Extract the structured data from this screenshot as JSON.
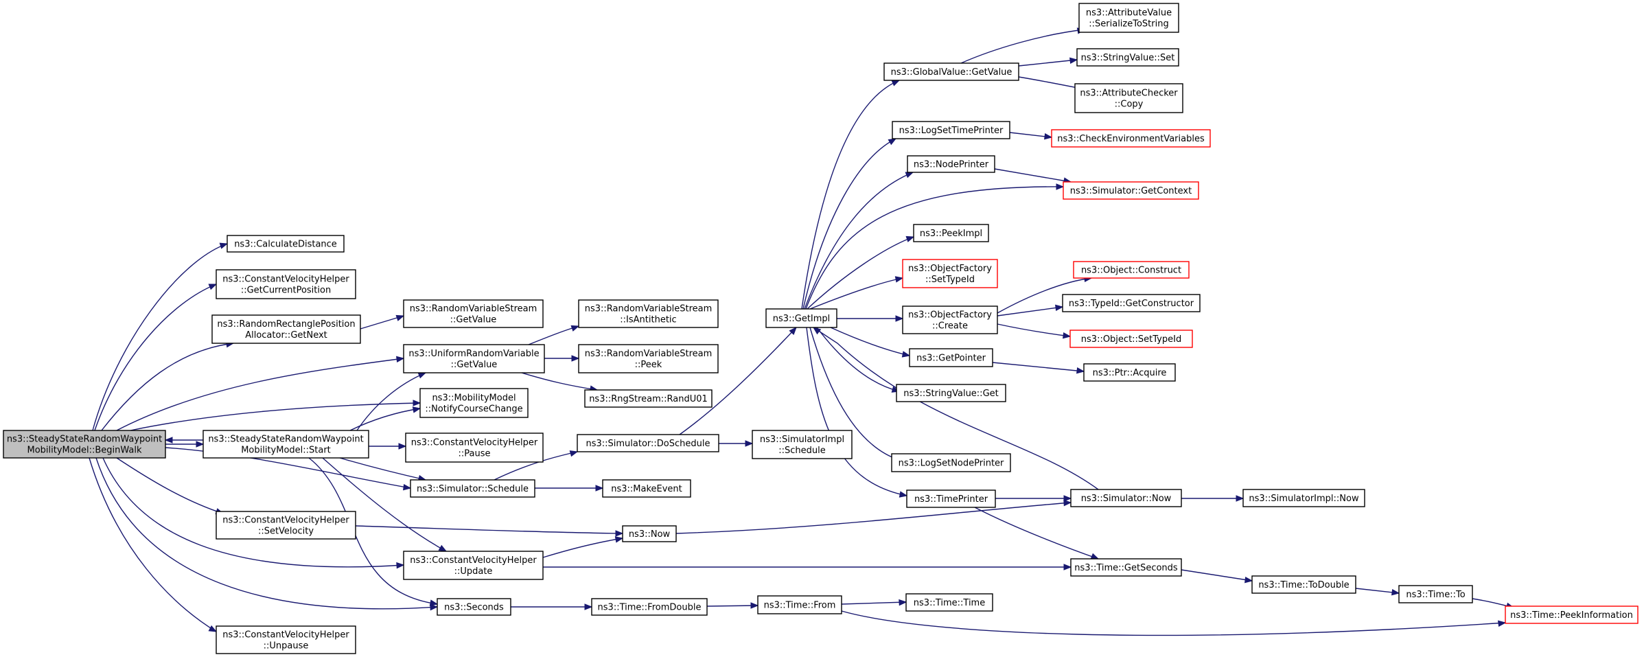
{
  "colors": {
    "edge": "#191970",
    "node_border": "#000000",
    "root_fill": "#bfbfbf",
    "truncated_border": "#ff0000"
  },
  "nodes": [
    {
      "id": "root",
      "lines": [
        "ns3::SteadyStateRandomWaypoint",
        "MobilityModel::BeginWalk"
      ],
      "style": "root"
    },
    {
      "id": "calcdist",
      "lines": [
        "ns3::CalculateDistance"
      ]
    },
    {
      "id": "cvh_getpos",
      "lines": [
        "ns3::ConstantVelocityHelper",
        "::GetCurrentPosition"
      ]
    },
    {
      "id": "rrpa_next",
      "lines": [
        "ns3::RandomRectanglePosition",
        "Allocator::GetNext"
      ]
    },
    {
      "id": "rvs_getvalue",
      "lines": [
        "ns3::RandomVariableStream",
        "::GetValue"
      ]
    },
    {
      "id": "urv_getvalue",
      "lines": [
        "ns3::UniformRandomVariable",
        "::GetValue"
      ]
    },
    {
      "id": "rvs_isanti",
      "lines": [
        "ns3::RandomVariableStream",
        "::IsAntithetic"
      ]
    },
    {
      "id": "rvs_peek",
      "lines": [
        "ns3::RandomVariableStream",
        "::Peek"
      ]
    },
    {
      "id": "randu01",
      "lines": [
        "ns3::RngStream::RandU01"
      ]
    },
    {
      "id": "mm_notify",
      "lines": [
        "ns3::MobilityModel",
        "::NotifyCourseChange"
      ]
    },
    {
      "id": "start",
      "lines": [
        "ns3::SteadyStateRandomWaypoint",
        "MobilityModel::Start"
      ]
    },
    {
      "id": "cvh_pause",
      "lines": [
        "ns3::ConstantVelocityHelper",
        "::Pause"
      ]
    },
    {
      "id": "sim_schedule",
      "lines": [
        "ns3::Simulator::Schedule"
      ]
    },
    {
      "id": "makeevent",
      "lines": [
        "ns3::MakeEvent"
      ]
    },
    {
      "id": "sim_doschedule",
      "lines": [
        "ns3::Simulator::DoSchedule"
      ]
    },
    {
      "id": "simimpl_schedule",
      "lines": [
        "ns3::SimulatorImpl",
        "::Schedule"
      ]
    },
    {
      "id": "cvh_setvel",
      "lines": [
        "ns3::ConstantVelocityHelper",
        "::SetVelocity"
      ]
    },
    {
      "id": "now",
      "lines": [
        "ns3::Now"
      ]
    },
    {
      "id": "cvh_update",
      "lines": [
        "ns3::ConstantVelocityHelper",
        "::Update"
      ]
    },
    {
      "id": "seconds",
      "lines": [
        "ns3::Seconds"
      ]
    },
    {
      "id": "time_fromdouble",
      "lines": [
        "ns3::Time::FromDouble"
      ]
    },
    {
      "id": "time_from",
      "lines": [
        "ns3::Time::From"
      ]
    },
    {
      "id": "time_time",
      "lines": [
        "ns3::Time::Time"
      ]
    },
    {
      "id": "cvh_unpause",
      "lines": [
        "ns3::ConstantVelocityHelper",
        "::Unpause"
      ]
    },
    {
      "id": "getimpl",
      "lines": [
        "ns3::GetImpl"
      ]
    },
    {
      "id": "gv_getvalue",
      "lines": [
        "ns3::GlobalValue::GetValue"
      ]
    },
    {
      "id": "av_serialize",
      "lines": [
        "ns3::AttributeValue",
        "::SerializeToString"
      ]
    },
    {
      "id": "sv_set",
      "lines": [
        "ns3::StringValue::Set"
      ]
    },
    {
      "id": "ac_copy",
      "lines": [
        "ns3::AttributeChecker",
        "::Copy"
      ]
    },
    {
      "id": "logsettimeprinter",
      "lines": [
        "ns3::LogSetTimePrinter"
      ]
    },
    {
      "id": "checkenv",
      "lines": [
        "ns3::CheckEnvironmentVariables"
      ],
      "style": "trunc"
    },
    {
      "id": "nodeprinter",
      "lines": [
        "ns3::NodePrinter"
      ]
    },
    {
      "id": "sim_getcontext",
      "lines": [
        "ns3::Simulator::GetContext"
      ],
      "style": "trunc"
    },
    {
      "id": "peekimpl",
      "lines": [
        "ns3::PeekImpl"
      ]
    },
    {
      "id": "of_settypeid",
      "lines": [
        "ns3::ObjectFactory",
        "::SetTypeId"
      ],
      "style": "trunc"
    },
    {
      "id": "obj_construct",
      "lines": [
        "ns3::Object::Construct"
      ],
      "style": "trunc"
    },
    {
      "id": "of_create",
      "lines": [
        "ns3::ObjectFactory",
        "::Create"
      ]
    },
    {
      "id": "typeid_getctor",
      "lines": [
        "ns3::TypeId::GetConstructor"
      ]
    },
    {
      "id": "obj_settypeid",
      "lines": [
        "ns3::Object::SetTypeId"
      ],
      "style": "trunc"
    },
    {
      "id": "getpointer",
      "lines": [
        "ns3::GetPointer"
      ]
    },
    {
      "id": "ptr_acquire",
      "lines": [
        "ns3::Ptr::Acquire"
      ]
    },
    {
      "id": "sv_get",
      "lines": [
        "ns3::StringValue::Get"
      ]
    },
    {
      "id": "logsetnodeprinter",
      "lines": [
        "ns3::LogSetNodePrinter"
      ]
    },
    {
      "id": "timeprinter",
      "lines": [
        "ns3::TimePrinter"
      ]
    },
    {
      "id": "sim_now",
      "lines": [
        "ns3::Simulator::Now"
      ]
    },
    {
      "id": "simimpl_now",
      "lines": [
        "ns3::SimulatorImpl::Now"
      ]
    },
    {
      "id": "time_getseconds",
      "lines": [
        "ns3::Time::GetSeconds"
      ]
    },
    {
      "id": "time_todouble",
      "lines": [
        "ns3::Time::ToDouble"
      ]
    },
    {
      "id": "time_to",
      "lines": [
        "ns3::Time::To"
      ]
    },
    {
      "id": "time_peekinfo",
      "lines": [
        "ns3::Time::PeekInformation"
      ],
      "style": "trunc"
    }
  ],
  "edges": [
    [
      "root",
      "calcdist"
    ],
    [
      "root",
      "cvh_getpos"
    ],
    [
      "root",
      "rrpa_next"
    ],
    [
      "root",
      "urv_getvalue"
    ],
    [
      "root",
      "mm_notify"
    ],
    [
      "root",
      "start"
    ],
    [
      "root",
      "sim_schedule"
    ],
    [
      "root",
      "cvh_setvel"
    ],
    [
      "root",
      "cvh_update"
    ],
    [
      "root",
      "seconds"
    ],
    [
      "root",
      "cvh_unpause"
    ],
    [
      "rrpa_next",
      "rvs_getvalue"
    ],
    [
      "urv_getvalue",
      "rvs_isanti"
    ],
    [
      "urv_getvalue",
      "rvs_peek"
    ],
    [
      "urv_getvalue",
      "randu01"
    ],
    [
      "start",
      "root"
    ],
    [
      "start",
      "urv_getvalue"
    ],
    [
      "start",
      "mm_notify"
    ],
    [
      "start",
      "cvh_pause"
    ],
    [
      "start",
      "sim_schedule"
    ],
    [
      "start",
      "cvh_update"
    ],
    [
      "start",
      "seconds"
    ],
    [
      "sim_schedule",
      "sim_doschedule"
    ],
    [
      "sim_schedule",
      "makeevent"
    ],
    [
      "sim_doschedule",
      "getimpl"
    ],
    [
      "sim_doschedule",
      "simimpl_schedule"
    ],
    [
      "cvh_setvel",
      "now"
    ],
    [
      "cvh_update",
      "now"
    ],
    [
      "cvh_update",
      "time_getseconds"
    ],
    [
      "now",
      "sim_now"
    ],
    [
      "seconds",
      "time_fromdouble"
    ],
    [
      "time_fromdouble",
      "time_from"
    ],
    [
      "time_from",
      "time_time"
    ],
    [
      "time_from",
      "time_peekinfo"
    ],
    [
      "getimpl",
      "gv_getvalue"
    ],
    [
      "getimpl",
      "logsettimeprinter"
    ],
    [
      "getimpl",
      "nodeprinter"
    ],
    [
      "getimpl",
      "sim_getcontext"
    ],
    [
      "getimpl",
      "peekimpl"
    ],
    [
      "getimpl",
      "of_settypeid"
    ],
    [
      "getimpl",
      "of_create"
    ],
    [
      "getimpl",
      "getpointer"
    ],
    [
      "getimpl",
      "sv_get"
    ],
    [
      "getimpl",
      "logsetnodeprinter"
    ],
    [
      "getimpl",
      "timeprinter"
    ],
    [
      "gv_getvalue",
      "av_serialize"
    ],
    [
      "gv_getvalue",
      "sv_set"
    ],
    [
      "gv_getvalue",
      "ac_copy"
    ],
    [
      "logsettimeprinter",
      "checkenv"
    ],
    [
      "nodeprinter",
      "sim_getcontext"
    ],
    [
      "of_create",
      "obj_construct"
    ],
    [
      "of_create",
      "typeid_getctor"
    ],
    [
      "of_create",
      "obj_settypeid"
    ],
    [
      "getpointer",
      "ptr_acquire"
    ],
    [
      "timeprinter",
      "sim_now"
    ],
    [
      "timeprinter",
      "time_getseconds"
    ],
    [
      "sim_now",
      "getimpl"
    ],
    [
      "sim_now",
      "simimpl_now"
    ],
    [
      "time_getseconds",
      "time_todouble"
    ],
    [
      "time_todouble",
      "time_to"
    ],
    [
      "time_to",
      "time_peekinfo"
    ]
  ]
}
